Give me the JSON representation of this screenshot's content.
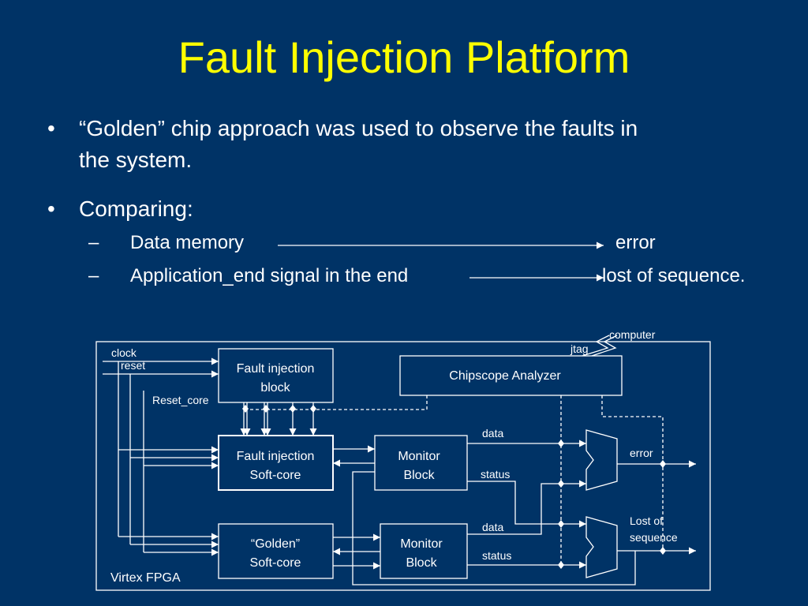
{
  "title": "Fault Injection Platform",
  "bullets": [
    {
      "marker": "•",
      "lines": [
        "“Golden” chip approach was used to observe the faults in",
        "the system."
      ]
    },
    {
      "marker": "•",
      "lines": [
        "Comparing:"
      ]
    }
  ],
  "sub_items": [
    {
      "marker": "–",
      "label": "Data memory",
      "result": "error"
    },
    {
      "marker": "–",
      "label": "Application_end signal in the end",
      "result": "lost of sequence."
    }
  ],
  "diagram": {
    "fpga_label": "Virtex FPGA",
    "computer_label": "computer",
    "jtag_label": "jtag",
    "clock_label": "clock",
    "reset_label": "reset",
    "reset_core_label": "Reset_core",
    "fault_block": [
      "Fault injection",
      "block"
    ],
    "chipscope": "Chipscope Analyzer",
    "fault_softcore": [
      "Fault injection",
      "Soft-core"
    ],
    "golden_softcore": [
      "“Golden”",
      "Soft-core"
    ],
    "monitor_top": [
      "Monitor",
      "Block"
    ],
    "monitor_bottom": [
      "Monitor",
      "Block"
    ],
    "data_label": "data",
    "status_label": "status",
    "error_label": "error",
    "lost_label": [
      "Lost of",
      "sequence"
    ]
  }
}
